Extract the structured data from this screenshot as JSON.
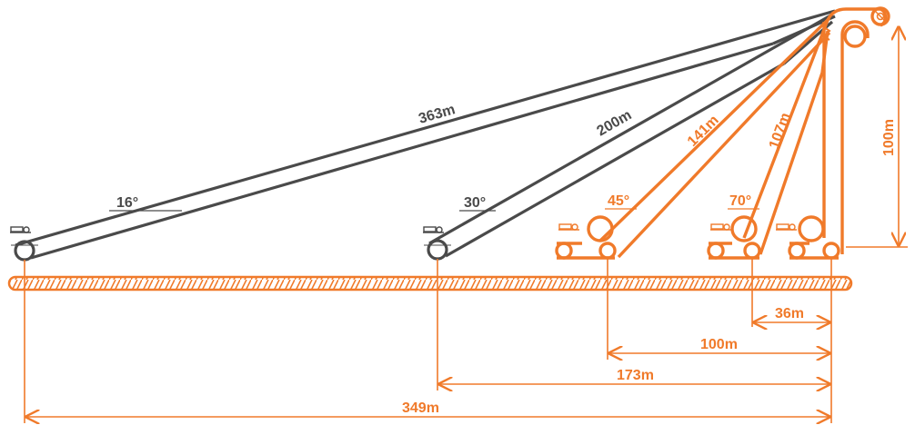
{
  "colors": {
    "accent": "#F07A2A",
    "belt_gray": "#4A4A4A",
    "background": "#FFFFFF"
  },
  "belts": [
    {
      "id": "belt-16",
      "angle_label": "16°",
      "length_label": "363m",
      "color": "gray"
    },
    {
      "id": "belt-30",
      "angle_label": "30°",
      "length_label": "200m",
      "color": "gray"
    },
    {
      "id": "belt-45",
      "angle_label": "45°",
      "length_label": "141m",
      "color": "orange"
    },
    {
      "id": "belt-70",
      "angle_label": "70°",
      "length_label": "107m",
      "color": "orange"
    },
    {
      "id": "belt-90",
      "angle_label": "",
      "length_label": "",
      "color": "orange"
    }
  ],
  "dimensions": {
    "height": "100m",
    "horiz_36": "36m",
    "horiz_100": "100m",
    "horiz_173": "173m",
    "horiz_349": "349m"
  }
}
